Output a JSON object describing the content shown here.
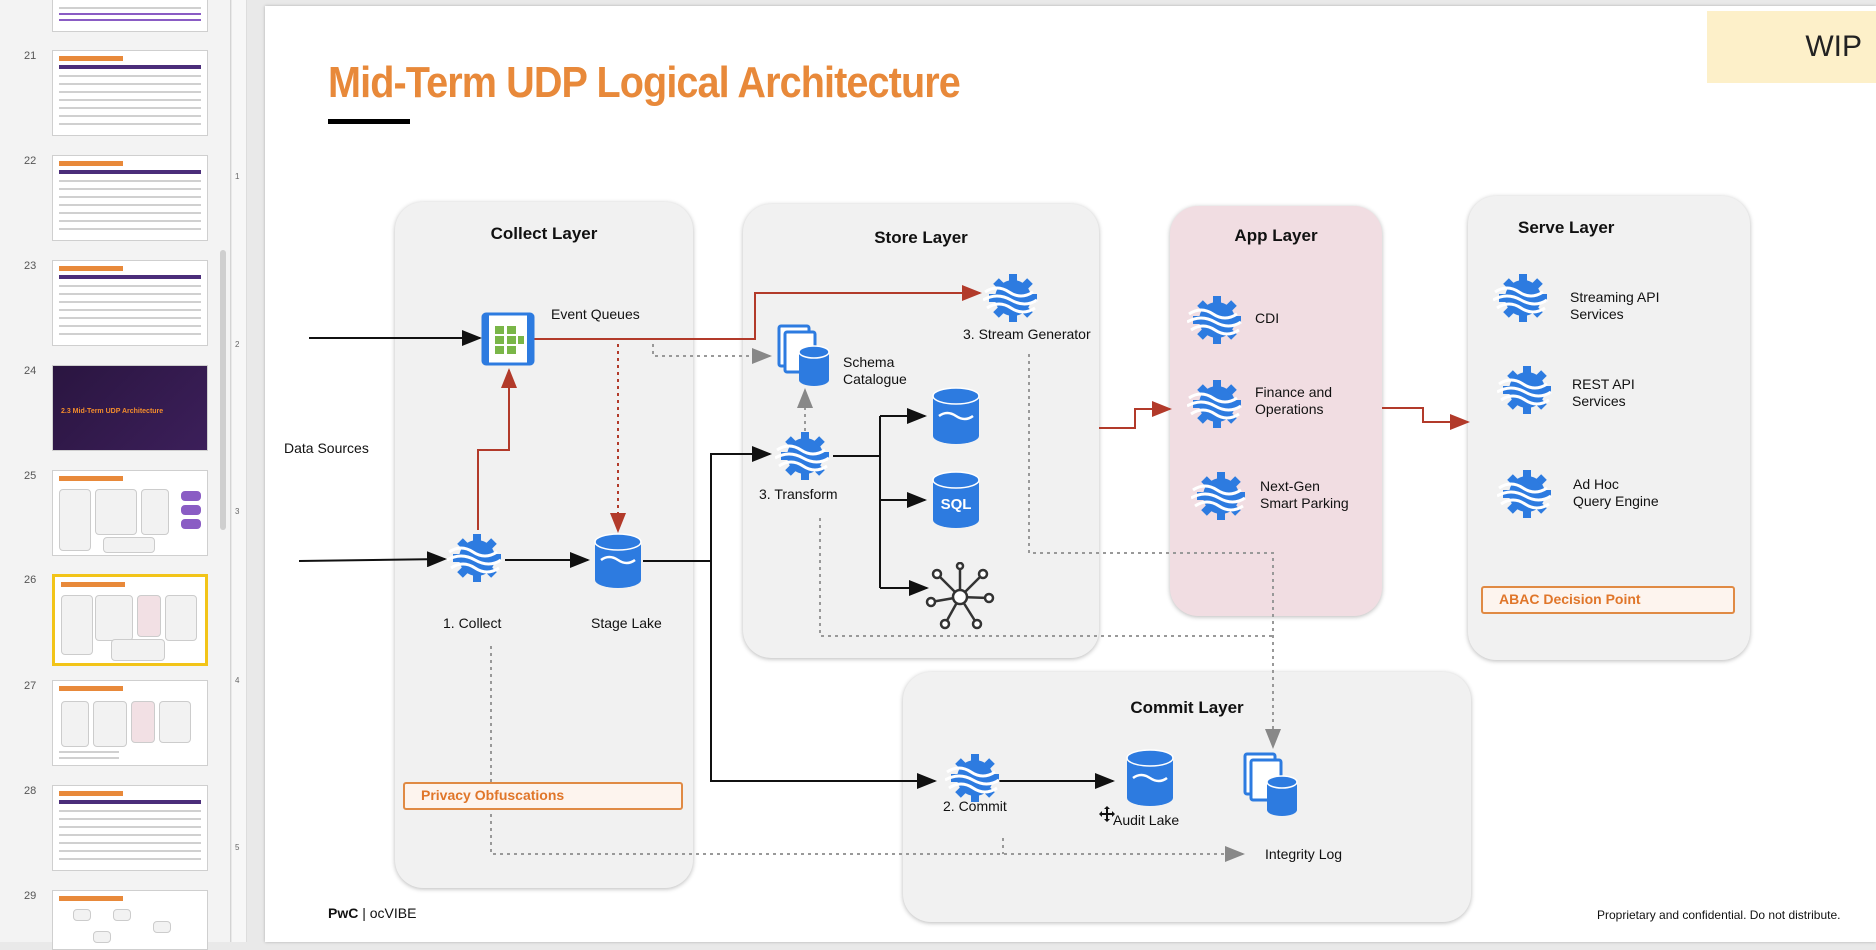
{
  "thumbnails": [
    {
      "num": "21"
    },
    {
      "num": "22"
    },
    {
      "num": "23"
    },
    {
      "num": "24",
      "caption": "2.3 Mid-Term UDP Architecture"
    },
    {
      "num": "25"
    },
    {
      "num": "26"
    },
    {
      "num": "27"
    },
    {
      "num": "28"
    },
    {
      "num": "29"
    }
  ],
  "ruler_marks": [
    "1",
    "2",
    "3",
    "4",
    "5"
  ],
  "slide": {
    "title": "Mid-Term UDP Logical Architecture",
    "badge": "WIP",
    "data_sources_label": "Data Sources",
    "collect": {
      "title": "Collect Layer",
      "event_queues": "Event Queues",
      "collect": "1. Collect",
      "stage_lake": "Stage Lake",
      "privacy": "Privacy Obfuscations"
    },
    "store": {
      "title": "Store Layer",
      "stream_generator": "3. Stream Generator",
      "schema_catalogue": "Schema\nCatalogue",
      "transform": "3. Transform",
      "sql": "SQL"
    },
    "app": {
      "title": "App Layer",
      "items": [
        "CDI",
        "Finance and\nOperations",
        "Next-Gen\nSmart Parking"
      ]
    },
    "serve": {
      "title": "Serve Layer",
      "items": [
        "Streaming API\nServices",
        "REST API\nServices",
        "Ad Hoc\nQuery Engine"
      ],
      "abac": "ABAC Decision Point"
    },
    "commit": {
      "title": "Commit Layer",
      "commit": "2. Commit",
      "audit_lake": "Audit Lake",
      "integrity_log": "Integrity Log"
    },
    "footer": {
      "brand": "PwC",
      "separator": " | ",
      "product": "ocVIBE",
      "confidential": "Proprietary and confidential. Do not distribute."
    }
  },
  "colors": {
    "accent_orange": "#e8893a",
    "icon_blue": "#2d7be0",
    "arrow_red": "#b23a2a",
    "wip_bg": "#fdf0c9"
  }
}
